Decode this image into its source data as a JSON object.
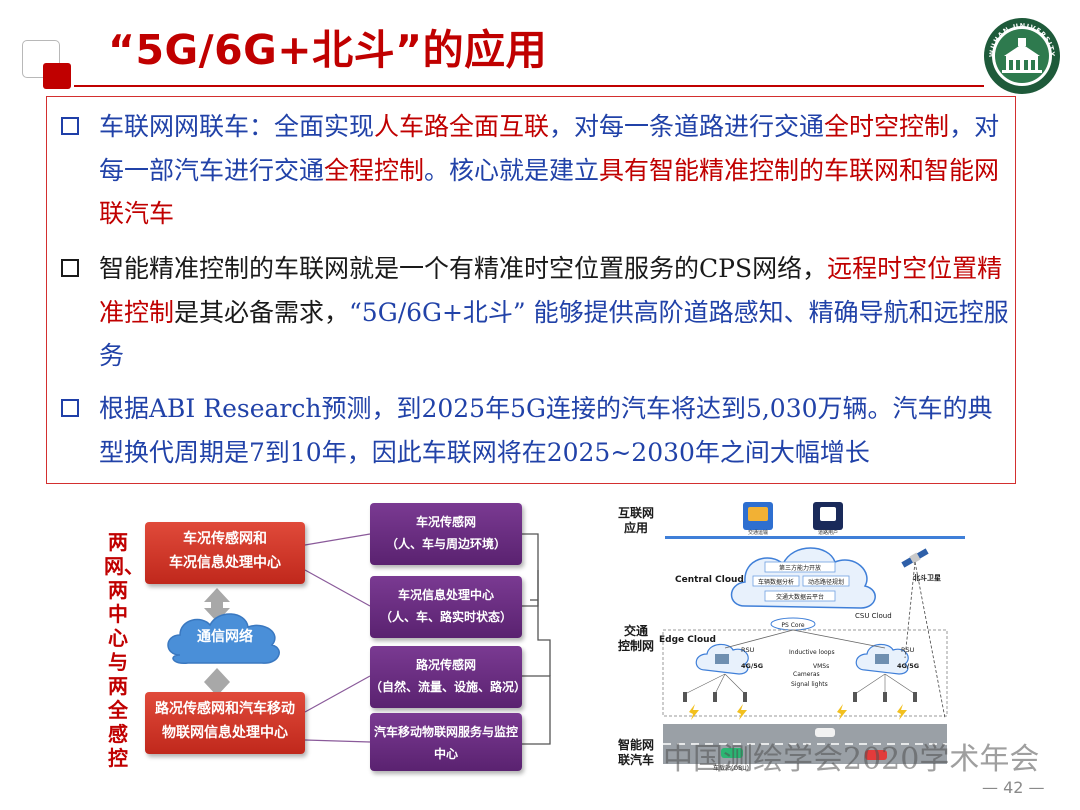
{
  "header": {
    "title": "“5G/6G+北斗”的应用",
    "logo_text": "WUHAN UNIVERSITY"
  },
  "bullets": [
    {
      "segments": [
        {
          "text": "车联网网联车：全面实现",
          "color": "blue"
        },
        {
          "text": "人车路全面互联",
          "color": "red"
        },
        {
          "text": "，对每一条道路进行交通",
          "color": "blue"
        },
        {
          "text": "全时空控制",
          "color": "red"
        },
        {
          "text": "，对每一部汽车进行交通",
          "color": "blue"
        },
        {
          "text": "全程控制",
          "color": "red"
        },
        {
          "text": "。核心就是建立",
          "color": "blue"
        },
        {
          "text": "具有智能精准控制的车联网和智能网联汽车",
          "color": "red"
        }
      ]
    },
    {
      "segments": [
        {
          "text": "智能精准控制的车联网就是一个有精准时空位置服务的CPS网络，",
          "color": "black"
        },
        {
          "text": "远程时空位置精准控制",
          "color": "red"
        },
        {
          "text": "是其必备需求，",
          "color": "black"
        },
        {
          "text": "“5G/6G+北斗” 能够提供高阶道路感知、精确导航和远控服务",
          "color": "blue"
        }
      ]
    },
    {
      "segments": [
        {
          "text": "根据ABI Research预测，到2025年5G连接的汽车将达到5,030万辆。汽车的典型换代周期是7到10年，因此车联网将在2025~2030年之间大幅增长",
          "color": "blue"
        }
      ]
    }
  ],
  "left_diagram": {
    "side_label": "两网、两中心与两全感控",
    "red_box_top": [
      "车况传感网和",
      "车况信息处理中心"
    ],
    "red_box_bottom": [
      "路况传感网和汽车移动",
      "物联网信息处理中心"
    ],
    "cloud": "通信网络",
    "purple_boxes": [
      [
        "车况传感网",
        "（人、车与周边环境）"
      ],
      [
        "车况信息处理中心",
        "（人、车、路实时状态）"
      ],
      [
        "路况传感网",
        "（自然、流量、设施、路况）"
      ],
      [
        "汽车移动物联网服务与监控",
        "中心"
      ]
    ]
  },
  "right_diagram": {
    "row_labels": [
      "互联网\n应用",
      "交通\n控制网",
      "智能网\n联汽车"
    ],
    "central_cloud": "Central Cloud",
    "edge_cloud": "Edge Cloud",
    "csu_cloud": "CSU Cloud",
    "ps_core": "PS Core",
    "cloud_items": [
      "第三方能力开放",
      "车辆数据分析",
      "动态路径规划",
      "交通大数据云平台"
    ],
    "rsu": "RSU",
    "bands": "4G/5G",
    "beidou_sat": "北斗卫星",
    "inductive": "Inductive loops",
    "vms": "VMSs",
    "cameras": "Cameras",
    "signal": "Signal lights",
    "obu": "车载站(OBU)",
    "app1": "交通运输",
    "app2": "道路用户"
  },
  "watermark": "中国测绘学会2020学术年会",
  "page_number": "42",
  "colors": {
    "accent_red": "#c00000",
    "text_blue": "#2142a8",
    "purple": "#6a2a82"
  }
}
